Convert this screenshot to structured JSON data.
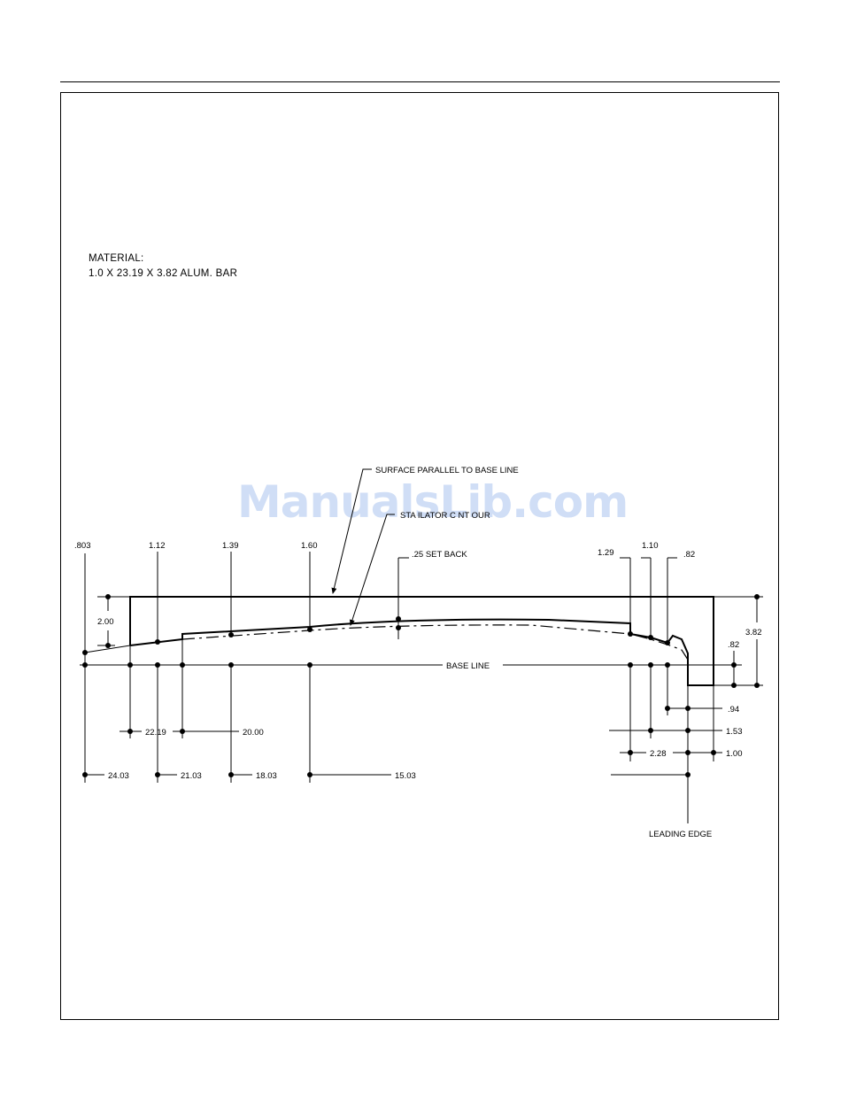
{
  "material": {
    "heading": "MATERIAL:",
    "spec": "1.0 X 23.19 X 3.82 ALUM. BAR"
  },
  "watermark": "ManualsLib.com",
  "callouts": {
    "surface_parallel": "SURFACE PARALLEL TO BASE LINE",
    "stabilator_contour": "STA  ILATOR C  NT OUR",
    "set_back": ".25 SET BACK",
    "base_line": "BASE LINE",
    "leading_edge": "LEADING EDGE"
  },
  "heights": {
    "h803": ".803",
    "h112": "1.12",
    "h139": "1.39",
    "h160": "1.60",
    "h129": "1.29",
    "h110": "1.10",
    "h82": ".82"
  },
  "vertical_dims": {
    "v200": "2.00",
    "v382": "3.82",
    "v82": ".82"
  },
  "horizontal_dims": {
    "d2219": "22.19",
    "d2000": "20.00",
    "d2403": "24.03",
    "d2103": "21.03",
    "d1803": "18.03",
    "d1503": "15.03",
    "d94": ".94",
    "d153": "1.53",
    "d228": "2.28",
    "d100": "1.00"
  }
}
